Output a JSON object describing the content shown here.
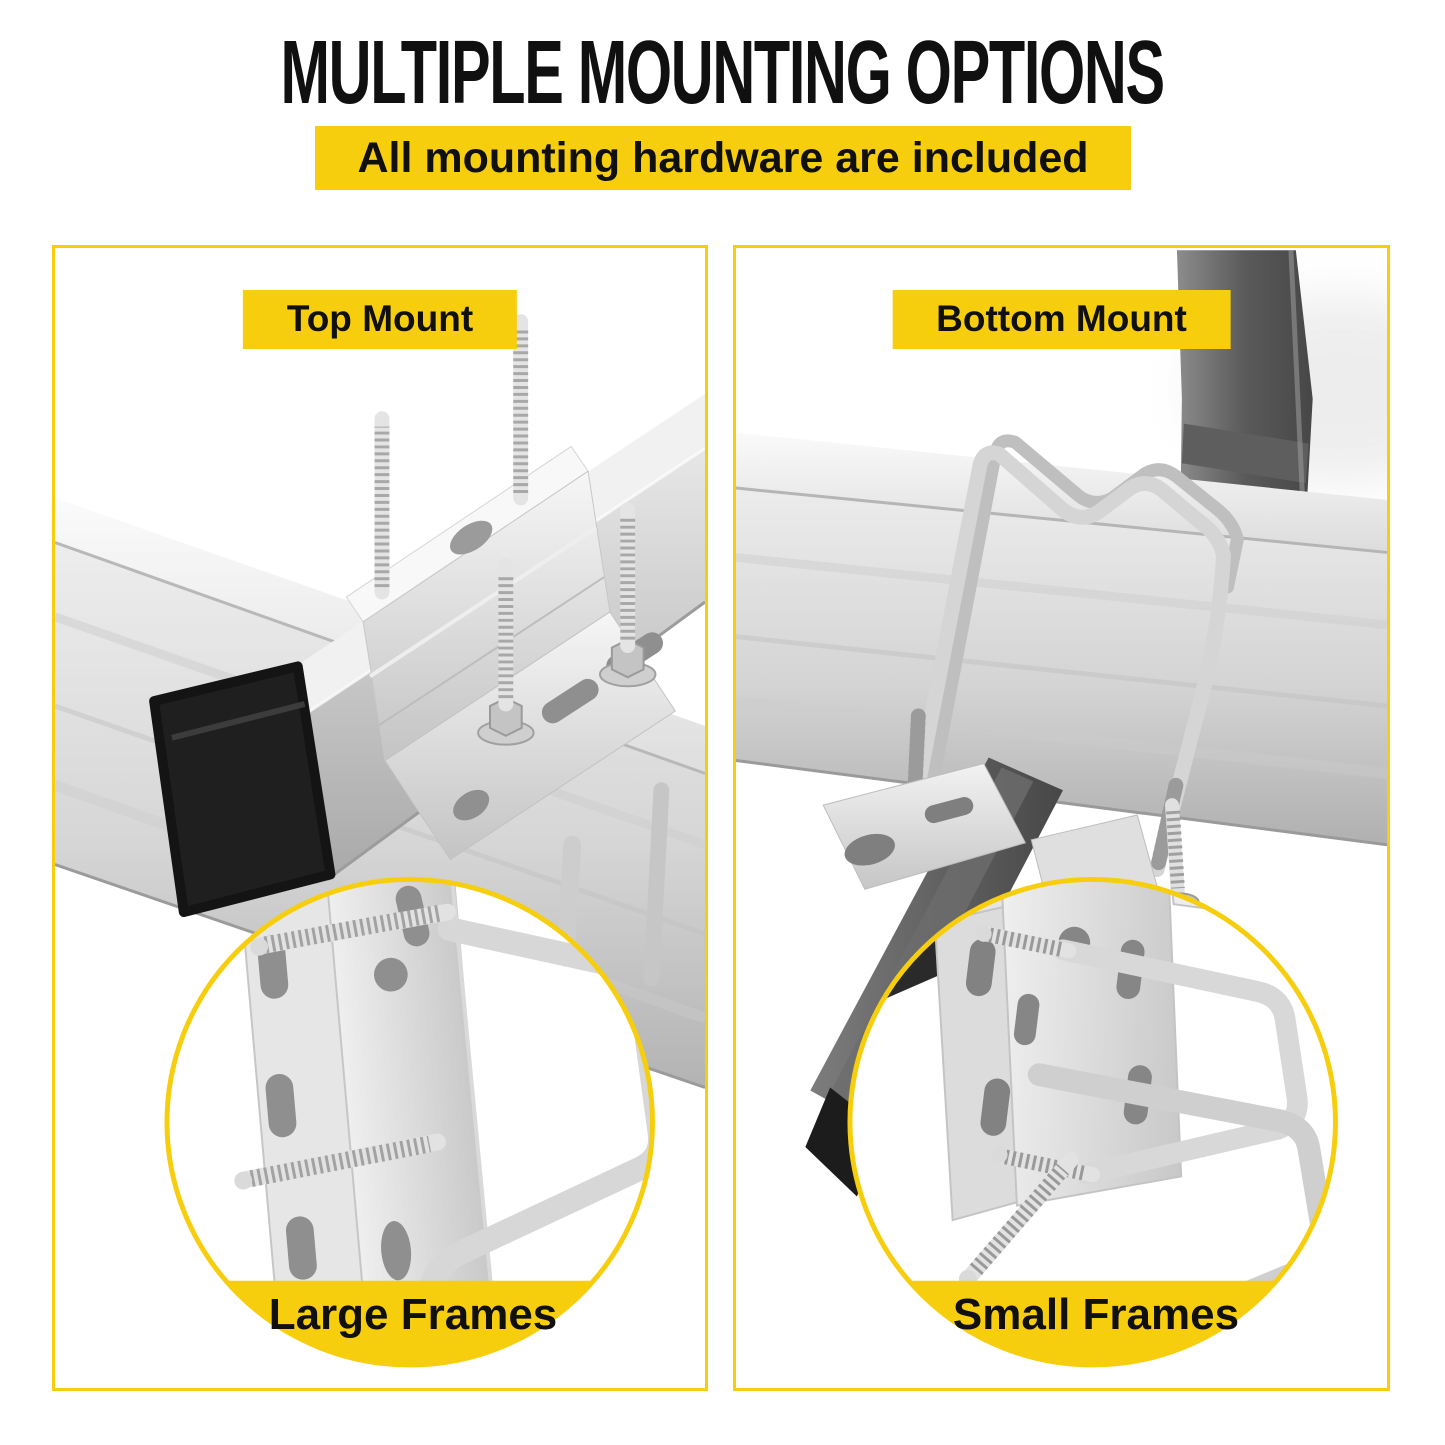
{
  "title": "MULTIPLE MOUNTING OPTIONS",
  "subtitle": "All mounting hardware are included",
  "colors": {
    "yellow": "#F7CE0D",
    "ink": "#101010"
  },
  "panels": [
    {
      "id": "top-mount",
      "label": "Top Mount",
      "inset_label": "Large Frames",
      "photo_description": "silver channel clamp with four threaded studs mounted on top of a square crossbar, clamped square tube with black end cap; circular close-up of bracket with square U-bolt for large frames"
    },
    {
      "id": "bottom-mount",
      "label": "Bottom Mount",
      "inset_label": "Small Frames",
      "photo_description": "wire spring clamp wrapped over a square crossbar with bracket plates and dark boom arm below, dark mast pole behind; circular close-up of bracket with two square U-bolts for small frames"
    }
  ]
}
